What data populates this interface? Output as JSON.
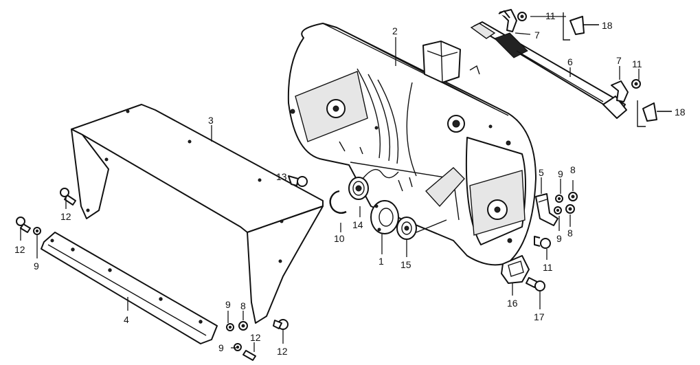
{
  "diagram": {
    "callouts": [
      {
        "id": "c1",
        "text": "1"
      },
      {
        "id": "c2",
        "text": "2"
      },
      {
        "id": "c3",
        "text": "3"
      },
      {
        "id": "c4",
        "text": "4"
      },
      {
        "id": "c5",
        "text": "5"
      },
      {
        "id": "c6",
        "text": "6"
      },
      {
        "id": "c7a",
        "text": "7"
      },
      {
        "id": "c7b",
        "text": "7"
      },
      {
        "id": "c8a",
        "text": "8"
      },
      {
        "id": "c8b",
        "text": "8"
      },
      {
        "id": "c8c",
        "text": "8"
      },
      {
        "id": "c9a",
        "text": "9"
      },
      {
        "id": "c9b",
        "text": "9"
      },
      {
        "id": "c9c",
        "text": "9"
      },
      {
        "id": "c9d",
        "text": "9"
      },
      {
        "id": "c9e",
        "text": "9"
      },
      {
        "id": "c10",
        "text": "10"
      },
      {
        "id": "c11a",
        "text": "11"
      },
      {
        "id": "c11b",
        "text": "11"
      },
      {
        "id": "c11c",
        "text": "11"
      },
      {
        "id": "c12a",
        "text": "12"
      },
      {
        "id": "c12b",
        "text": "12"
      },
      {
        "id": "c12c",
        "text": "12"
      },
      {
        "id": "c12d",
        "text": "12"
      },
      {
        "id": "c13",
        "text": "13"
      },
      {
        "id": "c14",
        "text": "14"
      },
      {
        "id": "c15",
        "text": "15"
      },
      {
        "id": "c16",
        "text": "16"
      },
      {
        "id": "c17",
        "text": "17"
      },
      {
        "id": "c18a",
        "text": "18"
      },
      {
        "id": "c18b",
        "text": "18"
      }
    ]
  }
}
